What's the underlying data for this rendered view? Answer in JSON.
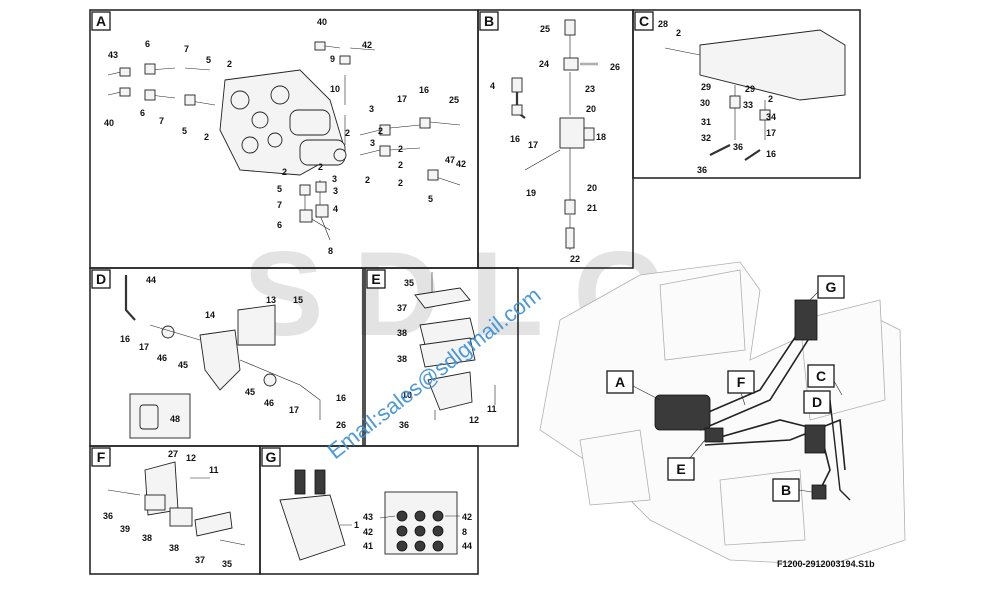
{
  "panels": {
    "A": {
      "letter": "A",
      "labels": [
        "40",
        "42",
        "43",
        "6",
        "7",
        "5",
        "2",
        "9",
        "10",
        "3",
        "17",
        "16",
        "25",
        "47",
        "42",
        "6",
        "40",
        "7",
        "5",
        "2",
        "2",
        "2",
        "2",
        "3",
        "5",
        "3",
        "4",
        "6",
        "8",
        "2",
        "2",
        "2",
        "2",
        "5",
        "3",
        "7",
        "2"
      ]
    },
    "B": {
      "letter": "B",
      "labels": [
        "25",
        "23",
        "24",
        "26",
        "4",
        "20",
        "16",
        "17",
        "18",
        "19",
        "20",
        "21",
        "22"
      ]
    },
    "C": {
      "letter": "C",
      "labels": [
        "28",
        "2",
        "29",
        "29",
        "30",
        "33",
        "2",
        "34",
        "31",
        "17",
        "32",
        "36",
        "16",
        "36"
      ]
    },
    "D": {
      "letter": "D",
      "labels": [
        "44",
        "13",
        "15",
        "14",
        "16",
        "17",
        "46",
        "45",
        "45",
        "46",
        "17",
        "16",
        "26",
        "48"
      ]
    },
    "E": {
      "letter": "E",
      "labels": [
        "35",
        "37",
        "38",
        "38",
        "10",
        "12",
        "11",
        "36"
      ]
    },
    "F": {
      "letter": "F",
      "labels": [
        "27",
        "12",
        "11",
        "36",
        "39",
        "38",
        "38",
        "37",
        "35"
      ]
    },
    "G": {
      "letter": "G",
      "labels": [
        "1",
        "43",
        "42",
        "42",
        "8",
        "41",
        "44"
      ]
    }
  },
  "overview": {
    "callouts": [
      "A",
      "B",
      "C",
      "D",
      "E",
      "F",
      "G"
    ]
  },
  "watermark": {
    "logo": "SDLG",
    "email": "Email:sales@sdlgmail.com"
  },
  "doc_id": "F1200-2912003194.S1b",
  "colors": {
    "frame": "#1a1a1a",
    "watermark_email": "#3a8fd6",
    "watermark_logo": "#e6e6e6"
  }
}
